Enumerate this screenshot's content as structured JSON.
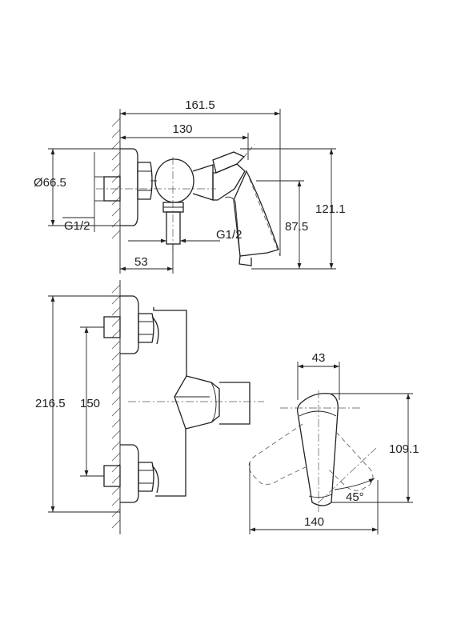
{
  "dimensions": {
    "top_width_total": "161.5",
    "top_width_body": "130",
    "diameter": "Ø66.5",
    "thread_inlet": "G1/2",
    "thread_outlet": "G1/2",
    "height_total": "121.1",
    "height_lever": "87.5",
    "offset_outlet": "53",
    "front_height_total": "216.5",
    "front_inlet_spacing": "150",
    "side_lever_width": "43",
    "side_lever_height": "109.1",
    "side_angle": "45°",
    "side_total_width": "140"
  }
}
